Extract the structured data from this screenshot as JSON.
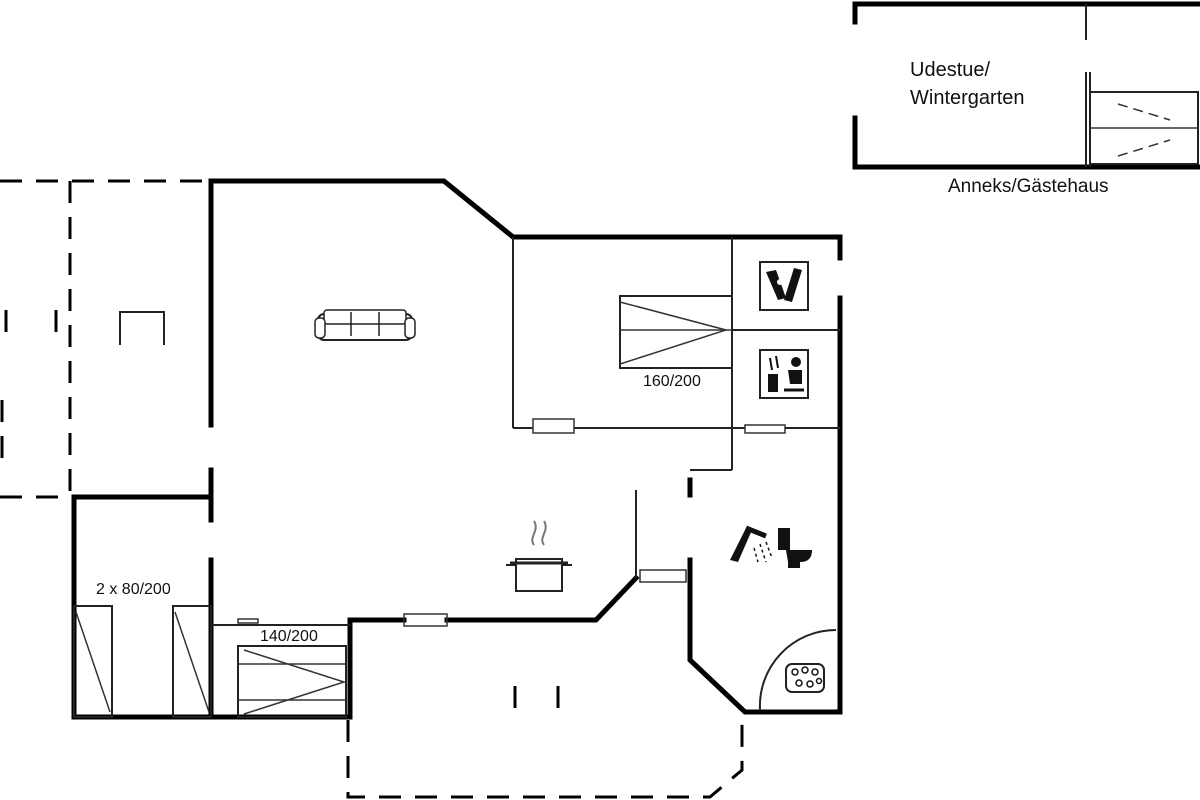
{
  "labels": {
    "annex_room": "Udestue/\nWintergarten",
    "annex_room_line1": "Udestue/",
    "annex_room_line2": "Wintergarten",
    "annex_caption": "Anneks/Gästehaus",
    "bed_main": "160/200",
    "bed_twin": "2 x 80/200",
    "bed_small": "140/200"
  },
  "icons": [
    "sofa-icon",
    "cooking-pot-icon",
    "washing-machine-icon",
    "sauna-icon",
    "shower-icon",
    "toilet-icon",
    "whirlpool-icon"
  ],
  "colors": {
    "wall": "#000000",
    "background": "#ffffff",
    "text": "#111111"
  }
}
